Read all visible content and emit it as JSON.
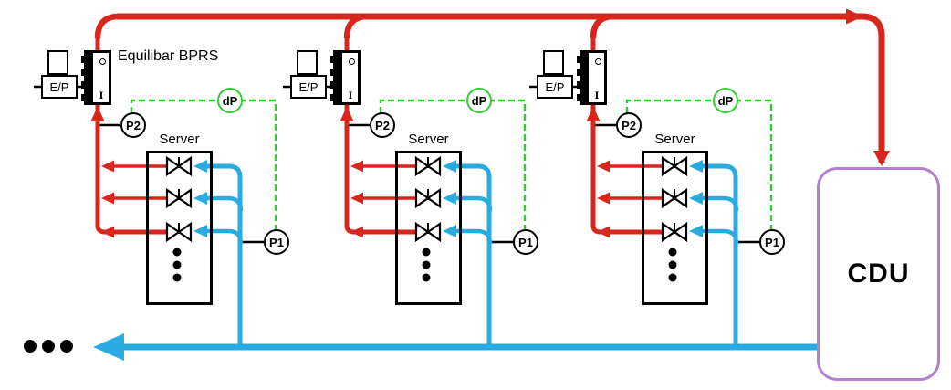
{
  "colors": {
    "hot_line": "#d9261d",
    "cold_line": "#29abe2",
    "signal_line": "#33cc33",
    "cdu_border": "#b57fd0",
    "line_black": "#000000"
  },
  "cdu": {
    "label": "CDU"
  },
  "units": [
    {
      "name": "unit-1",
      "equilibar_label": "Equilibar BPRS",
      "ep_label": "E/P",
      "server_label": "Server",
      "p2_label": "P2",
      "dp_label": "dP",
      "p1_label": "P1",
      "bprs_port_label": "I"
    },
    {
      "name": "unit-2",
      "ep_label": "E/P",
      "server_label": "Server",
      "p2_label": "P2",
      "dp_label": "dP",
      "p1_label": "P1",
      "bprs_port_label": "I"
    },
    {
      "name": "unit-3",
      "ep_label": "E/P",
      "server_label": "Server",
      "p2_label": "P2",
      "dp_label": "dP",
      "p1_label": "P1",
      "bprs_port_label": "I"
    }
  ]
}
